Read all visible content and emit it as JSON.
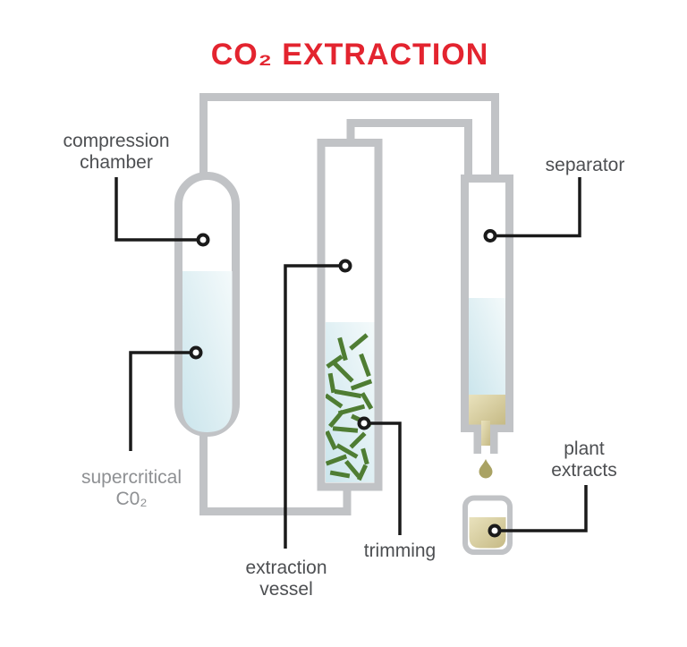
{
  "title": {
    "text": "CO₂ EXTRACTION",
    "color": "#e3242f"
  },
  "labels": {
    "compression_chamber": {
      "line1": "compression",
      "line2": "chamber",
      "color": "#4d4f52"
    },
    "supercritical_co2": {
      "line1": "supercritical",
      "line2": "C0₂",
      "color": "#8e9093"
    },
    "extraction_vessel": {
      "line1": "extraction",
      "line2": "vessel",
      "color": "#4d4f52"
    },
    "trimming": {
      "text": "trimming",
      "color": "#4d4f52"
    },
    "separator": {
      "text": "separator",
      "color": "#4d4f52"
    },
    "plant_extracts": {
      "line1": "plant",
      "line2": "extracts",
      "color": "#4d4f52"
    }
  },
  "colors": {
    "background": "#ffffff",
    "pipe_gray": "#c1c3c6",
    "liquid_blue_dark": "#cbe5ec",
    "liquid_blue_light": "#f4fafb",
    "extract_tan_light": "#e9e2bd",
    "extract_tan_dark": "#c6ba85",
    "drop_tan": "#a9a263",
    "trimming_green": "#4f7d33",
    "leader_black": "#1a1a1a"
  },
  "extraction_vessel": {
    "trimmings": [
      [
        383,
        390,
        75,
        26
      ],
      [
        401,
        382,
        -40,
        24
      ],
      [
        374,
        404,
        -35,
        20
      ],
      [
        408,
        408,
        70,
        26
      ],
      [
        384,
        416,
        45,
        28
      ],
      [
        371,
        428,
        80,
        22
      ],
      [
        404,
        430,
        -20,
        24
      ],
      [
        389,
        440,
        10,
        30
      ],
      [
        373,
        448,
        35,
        22
      ],
      [
        410,
        448,
        60,
        20
      ],
      [
        393,
        458,
        -15,
        30
      ],
      [
        376,
        468,
        -50,
        22
      ],
      [
        404,
        470,
        25,
        24
      ],
      [
        386,
        480,
        5,
        28
      ],
      [
        370,
        492,
        65,
        22
      ],
      [
        400,
        492,
        -45,
        22
      ],
      [
        388,
        504,
        30,
        26
      ],
      [
        408,
        510,
        75,
        18
      ],
      [
        376,
        514,
        -20,
        24
      ],
      [
        394,
        524,
        50,
        22
      ],
      [
        380,
        530,
        10,
        22
      ],
      [
        405,
        528,
        -65,
        18
      ]
    ]
  }
}
